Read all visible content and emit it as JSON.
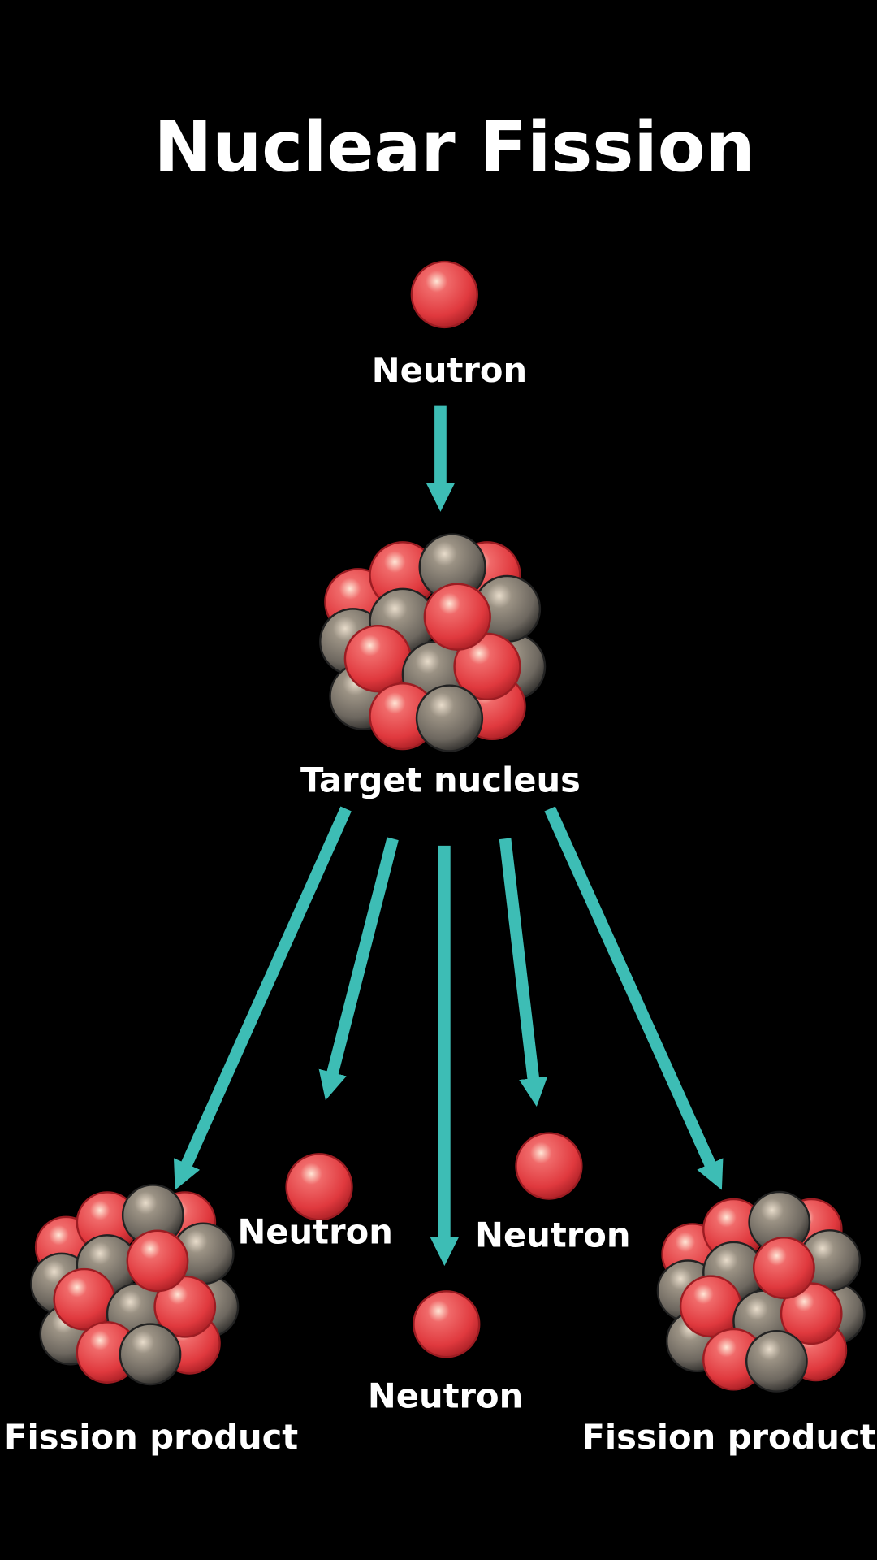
{
  "title": "Nuclear Fission",
  "labels": {
    "incoming_neutron": "Neutron",
    "target_nucleus": "Target nucleus",
    "neutron_left": "Neutron",
    "neutron_right": "Neutron",
    "neutron_center": "Neutron",
    "fission_product_left": "Fission product",
    "fission_product_right": "Fission product"
  },
  "colors": {
    "background": "#000000",
    "arrow": "#3dbdb5",
    "neutron": "#e0393e",
    "proton_gray": "#7a746c"
  }
}
